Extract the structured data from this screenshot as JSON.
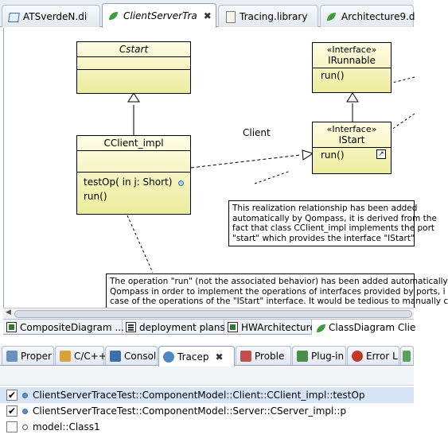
{
  "editor_tabs": [
    {
      "label": "ATSverdeN.di",
      "icon": "diagram-icon",
      "active": false
    },
    {
      "label": "ClientServerTra",
      "icon": "leaf-icon",
      "active": true,
      "close": "✖"
    },
    {
      "label": "Tracing.library",
      "icon": "document-icon",
      "active": false
    },
    {
      "label": "Architecture9.d",
      "icon": "leaf-icon",
      "active": false
    }
  ],
  "diagram": {
    "cstart": {
      "name": "Cstart"
    },
    "cclient_impl": {
      "name": "CClient_impl",
      "ops": [
        "testOp(  in j: Short)",
        "run()"
      ]
    },
    "irunnable": {
      "stereotype": "«Interface»",
      "name": "IRunnable",
      "ops": [
        "run()"
      ]
    },
    "istart": {
      "stereotype": "«Interface»",
      "name": "IStart",
      "ops": [
        "run()"
      ]
    },
    "port_label": "Client",
    "note_realization": [
      "This realization relationship has been added",
      "automatically by Qompass, it is derived from the",
      "fact that class CClient_impl implements the port",
      "\"start\" which provides the interface \"IStart\""
    ],
    "note_operation": [
      "The operation \"run\" (not the associated behavior) has been added automatically",
      "Qompass in order to implement the operations of interfaces provided by ports, i",
      "case of the operations of the \"IStart\" interface. It would be tedious to manually c"
    ]
  },
  "diagram_tabs": [
    {
      "label": "CompositeDiagram ...",
      "active": false
    },
    {
      "label": "deployment plans",
      "active": false
    },
    {
      "label": "HWArchitecture",
      "active": false
    },
    {
      "label": "ClassDiagram Clie",
      "active": true
    }
  ],
  "view_tabs": [
    {
      "label": "Proper",
      "icon": "properties-icon",
      "color": "#6b8fbf"
    },
    {
      "label": "C/C++",
      "icon": "cpp-icon",
      "color": "#d9a23a"
    },
    {
      "label": "Consol",
      "icon": "console-icon",
      "color": "#3a6fa9"
    },
    {
      "label": "Tracep",
      "icon": "trace-icon",
      "color": "#4f88c4",
      "active": true,
      "close": "✖"
    },
    {
      "label": "Proble",
      "icon": "problems-icon",
      "color": "#c0504d"
    },
    {
      "label": "Plug-in",
      "icon": "plugin-icon",
      "color": "#4a8d4a"
    },
    {
      "label": "Error L",
      "icon": "error-log-icon",
      "color": "#c0392b"
    }
  ],
  "trace_rows": [
    {
      "label": "ClientServerTraceTest::ComponentModel::Client::CClient_impl::testOp",
      "checked": true,
      "selected": true,
      "mark": "✔"
    },
    {
      "label": "ClientServerTraceTest::ComponentModel::Server::CServer_impl::p",
      "checked": true,
      "selected": false,
      "mark": "✔"
    },
    {
      "label": "model::Class1",
      "checked": false,
      "selected": false,
      "mark": ""
    }
  ]
}
